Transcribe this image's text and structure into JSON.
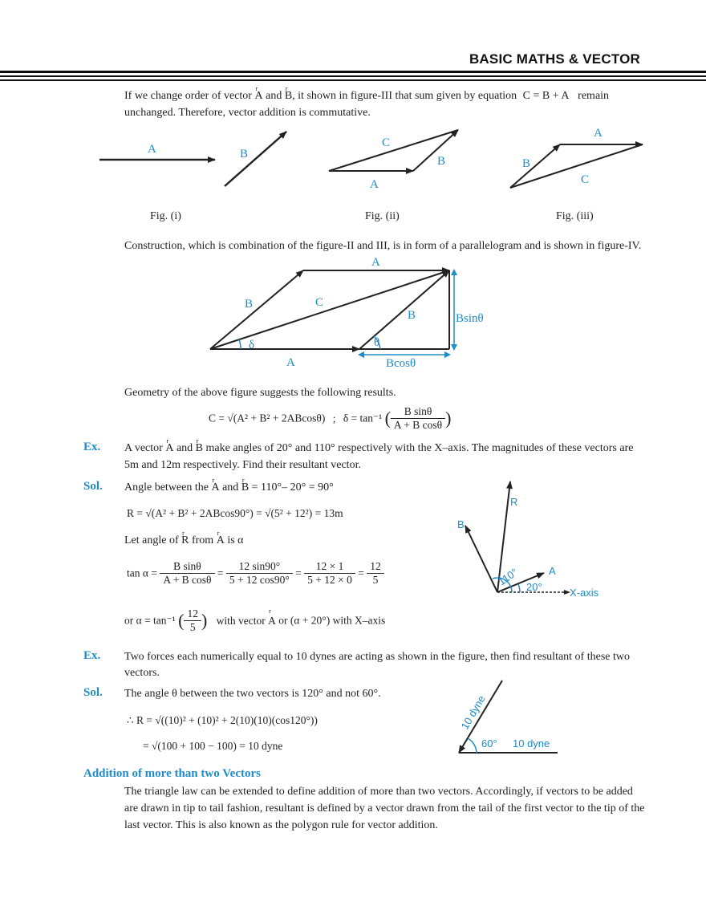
{
  "header": {
    "title": "BASIC MATHS & VECTOR"
  },
  "intro": {
    "p1_start": "If we change order of vector",
    "vA": "A",
    "and": "and",
    "vB": "B",
    "p1_mid": ", it shown in figure-III that sum given by equation",
    "eq": "C = B + A",
    "p1_end": "remain",
    "p2": "unchanged. Therefore, vector addition is commutative."
  },
  "figs": {
    "f1_a": "A",
    "f1_b": "B",
    "f2_c": "C",
    "f2_b": "B",
    "f2_a": "A",
    "f3_a": "A",
    "f3_b": "B",
    "f3_c": "C",
    "cap1": "Fig. (i)",
    "cap2": "Fig. (ii)",
    "cap3": "Fig. (iii)"
  },
  "construction": {
    "text": "Construction, which is combination of the figure-II and III, is in form of a parallelogram and is shown in  figure-IV.",
    "A_top": "A",
    "B_left": "B",
    "C_mid": "C",
    "B_right": "B",
    "bsin": "Bsinθ",
    "bcos": "Bcosθ",
    "delta": "δ",
    "theta": "θ",
    "A_bottom": "A"
  },
  "geometry": {
    "text": "Geometry of the above figure suggests the following results.",
    "formula_c": "C = √(A² + B² + 2ABcosθ)",
    "sep": ";",
    "delta_lhs": "δ = tan⁻¹",
    "num": "B sinθ",
    "den": "A + B cosθ"
  },
  "ex1": {
    "tag": "Ex.",
    "l1_a": "A vector",
    "vA": "A",
    "and": "and",
    "vB": "B",
    "l1_b": "make angles of 20° and 110°  respectively with the X–axis. The magnitudes of these  vectors are",
    "l2": "5m and 12m respectively. Find their resultant vector."
  },
  "sol1": {
    "tag": "Sol.",
    "angle_a": "Angle between the",
    "vA": "A",
    "and": "and",
    "vB": "B",
    "angle_b": "= 110°– 20° = 90°",
    "r_eq": "R = √(A² + B² + 2ABcos90°) = √(5² + 12²) = 13m",
    "let_a": "Let angle of",
    "vR": "R",
    "from": "from",
    "vA2": "A",
    "is": "is α",
    "tan_lhs": "tan α =",
    "f1n": "B sinθ",
    "f1d": "A + B cosθ",
    "f2n": "12 sin90°",
    "f2d": "5 + 12 cos90°",
    "f3n": "12 × 1",
    "f3d": "5 + 12 × 0",
    "f4n": "12",
    "f4d": "5",
    "eq": "=",
    "or_a": "or  α = tan⁻¹",
    "or_n": "12",
    "or_d": "5",
    "or_b": "with vector",
    "vA3": "A",
    "or_c": "or  (α + 20°) with X–axis",
    "fig_r": "R",
    "fig_b": "B",
    "fig_a": "A",
    "fig_110": "110°",
    "fig_20": "20°",
    "fig_x": "X-axis"
  },
  "ex2": {
    "tag": "Ex.",
    "l1": "Two forces each numerically equal to 10 dynes are acting as shown in the figure, then find resultant of these two",
    "l2": "vectors."
  },
  "sol2": {
    "tag": "Sol.",
    "l1": "The angle θ between the two vectors is 120° and not 60°.",
    "r1": "∴  R = √((10)² + (10)² + 2(10)(10)(cos120°))",
    "r2": "= √(100 + 100 − 100) = 10  dyne",
    "fig_d1": "10 dyne",
    "fig_d2": "10 dyne",
    "fig_60": "60°"
  },
  "section": {
    "title": "Addition of more than two Vectors",
    "l1": "The triangle law can be extended to define addition of more than two vectors. Accordingly, if vectors to be added",
    "l2": "are drawn in tip to tail fashion, resultant is defined by a vector drawn from the tail of the first vector to the tip of the",
    "l3": "last vector. This is also known as the polygon rule for vector addition."
  }
}
